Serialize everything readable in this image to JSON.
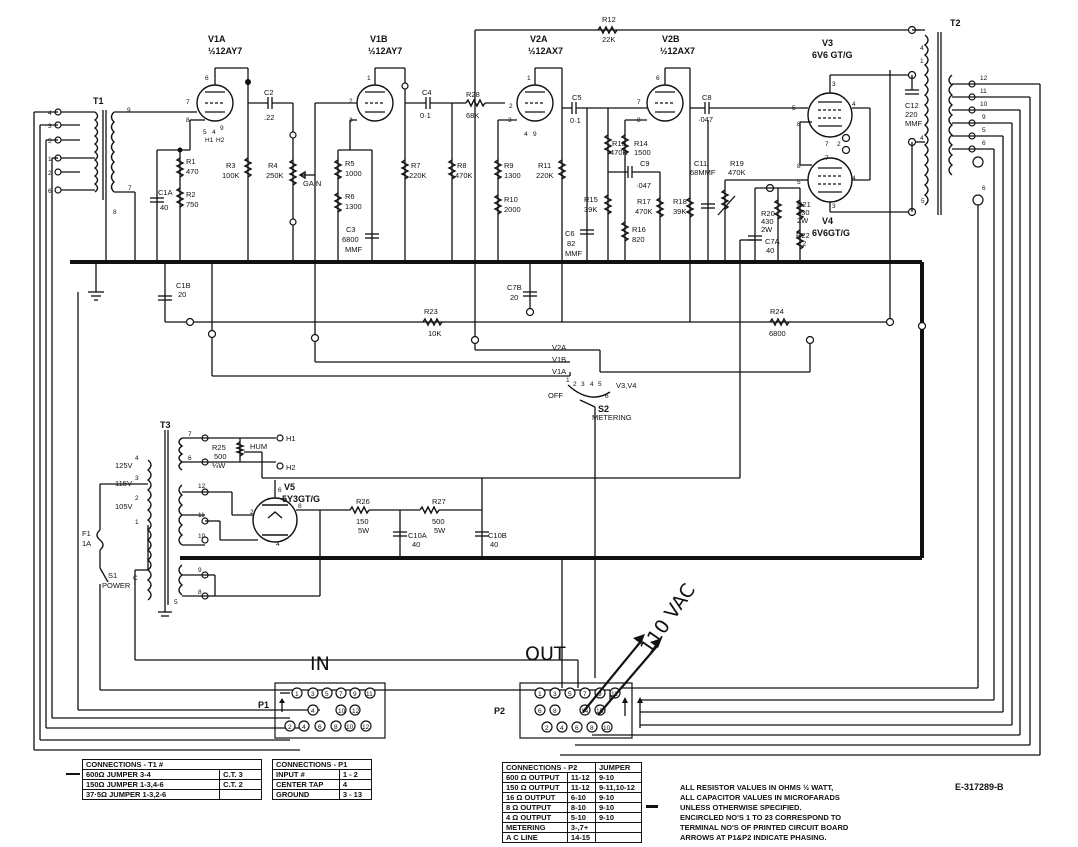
{
  "components": {
    "v1a": {
      "ref": "V1A",
      "type": "½12AY7"
    },
    "v1b": {
      "ref": "V1B",
      "type": "½12AY7"
    },
    "v2a": {
      "ref": "V2A",
      "type": "½12AX7"
    },
    "v2b": {
      "ref": "V2B",
      "type": "½12AX7"
    },
    "v3": {
      "ref": "V3",
      "type": "6V6 GT/G"
    },
    "v4": {
      "ref": "V4",
      "type": "6V6GT/G"
    },
    "v5": {
      "ref": "V5",
      "type": "5Y3GT/G"
    },
    "t1": "T1",
    "t2": "T2",
    "t3": "T3",
    "c2": {
      "ref": "C2",
      "value": ".22"
    },
    "c4": {
      "ref": "C4",
      "value": "0·1"
    },
    "c5": {
      "ref": "C5",
      "value": "0·1"
    },
    "c8": {
      "ref": "C8",
      "value": "·047"
    },
    "c9": {
      "ref": "C9",
      "value": "·047"
    },
    "c12": {
      "ref": "C12",
      "value": "220",
      "unit": "MMF"
    },
    "c1a": {
      "ref": "C1A",
      "value": "40"
    },
    "c1b": {
      "ref": "C1B",
      "value": "20"
    },
    "c3": {
      "ref": "C3",
      "value": "6800",
      "unit": "MMF"
    },
    "c6": {
      "ref": "C6",
      "value": "82",
      "unit": "MMF"
    },
    "c7a": {
      "ref": "C7A",
      "value": "40"
    },
    "c7b": {
      "ref": "C7B",
      "value": "20"
    },
    "c10a": {
      "ref": "C10A",
      "value": "40"
    },
    "c10b": {
      "ref": "C10B",
      "value": "40"
    },
    "c11": {
      "ref": "C11",
      "value": "68MMF"
    },
    "r1": {
      "ref": "R1",
      "value": "470"
    },
    "r2": {
      "ref": "R2",
      "value": "750"
    },
    "r3": {
      "ref": "R3",
      "value": "100K"
    },
    "r4": {
      "ref": "R4",
      "value": "250K"
    },
    "r5": {
      "ref": "R5",
      "value": "1000"
    },
    "r6": {
      "ref": "R6",
      "value": "1300"
    },
    "r7": {
      "ref": "R7",
      "value": "220K"
    },
    "r8": {
      "ref": "R8",
      "value": "470K"
    },
    "r9": {
      "ref": "R9",
      "value": "1300"
    },
    "r10": {
      "ref": "R10",
      "value": "2000"
    },
    "r11": {
      "ref": "R11",
      "value": "220K"
    },
    "r12": {
      "ref": "R12",
      "value": "22K"
    },
    "r13": {
      "ref": "R13",
      "value": "470K"
    },
    "r14": {
      "ref": "R14",
      "value": "1500"
    },
    "r15": {
      "ref": "R15",
      "value": "39K"
    },
    "r16": {
      "ref": "R16",
      "value": "820"
    },
    "r17": {
      "ref": "R17",
      "value": "470K"
    },
    "r18": {
      "ref": "R18",
      "value": "39K"
    },
    "r19": {
      "ref": "R19",
      "value": "470K"
    },
    "r20": {
      "ref": "R20",
      "value": "430",
      "rating": "2W"
    },
    "r21": {
      "ref": "R21",
      "value": "430",
      "rating": "2W"
    },
    "r22": {
      "ref": "R22",
      "value": "12"
    },
    "r23": {
      "ref": "R23",
      "value": "10K"
    },
    "r24": {
      "ref": "R24",
      "value": "6800"
    },
    "r25": {
      "ref": "R25",
      "value": "500",
      "rating": "¼W"
    },
    "r26": {
      "ref": "R26",
      "value": "150",
      "rating": "5W"
    },
    "r27": {
      "ref": "R27",
      "value": "500",
      "rating": "5W"
    },
    "r28": {
      "ref": "R28",
      "value": "68K"
    },
    "f1": {
      "ref": "F1",
      "value": "1A"
    },
    "s1": {
      "ref": "S1",
      "label": "POWER"
    },
    "s2": {
      "ref": "S2",
      "label": "METERING"
    },
    "p1": "P1",
    "p2": "P2"
  },
  "labels": {
    "gain": "GAIN",
    "hum": "HUM",
    "h1": "H1",
    "h2": "H2",
    "v2a_sw": "V2A",
    "v1b_sw": "V1B",
    "v1a_sw": "V1A",
    "v3v4_sw": "V3,V4",
    "off": "OFF",
    "tap_125": "125V",
    "tap_115": "115V",
    "tap_105": "105V",
    "hand_in": "IN",
    "hand_out": "OUT",
    "hand_vac": "110 VAC"
  },
  "table_t1": {
    "title": "CONNECTIONS - T1 #",
    "rows": [
      [
        "600Ω JUMPER 3-4",
        "C.T. 3"
      ],
      [
        "150Ω JUMPER 1-3,4-6",
        "C.T. 2"
      ],
      [
        "37·5Ω JUMPER 1-3,2-6",
        ""
      ]
    ]
  },
  "table_p1": {
    "title": "CONNECTIONS - P1",
    "rows": [
      [
        "INPUT #",
        "1 - 2"
      ],
      [
        "CENTER TAP",
        "4"
      ],
      [
        "GROUND",
        "3 - 13"
      ]
    ]
  },
  "table_p2": {
    "title": "CONNECTIONS - P2",
    "jumper": "JUMPER",
    "rows": [
      [
        "600 Ω OUTPUT",
        "11-12",
        "9-10"
      ],
      [
        "150 Ω OUTPUT",
        "11-12",
        "9-11,10-12"
      ],
      [
        "16 Ω OUTPUT",
        "6-10",
        "9-10"
      ],
      [
        "8 Ω OUTPUT",
        "8-10",
        "9-10"
      ],
      [
        "4 Ω OUTPUT",
        "5-10",
        "9-10"
      ],
      [
        "METERING",
        "3-,7+",
        ""
      ],
      [
        "A C LINE",
        "14-15",
        ""
      ]
    ]
  },
  "notes": [
    "ALL RESISTOR VALUES IN OHMS ½ WATT,",
    "ALL CAPACITOR VALUES IN MICROFARADS",
    "UNLESS OTHERWISE SPECIFIED.",
    "ENCIRCLED NO'S 1 TO 23 CORRESPOND TO",
    "TERMINAL NO'S OF PRINTED CIRCUIT BOARD",
    "ARROWS AT P1&P2 INDICATE PHASING."
  ],
  "drawing_number": "E-317289-B"
}
